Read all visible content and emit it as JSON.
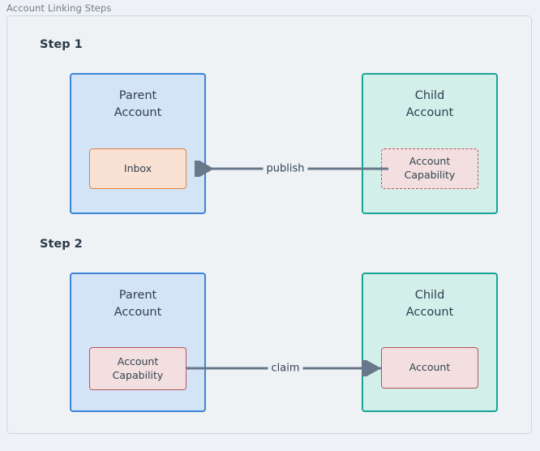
{
  "figure": {
    "label": "Account Linking Steps",
    "background_color": "#eef1f5",
    "canvas_color": "#eff2f5",
    "canvas_border_color": "#ced6de"
  },
  "colors": {
    "parent_fill": "#d4e4f7",
    "parent_border": "#3b84d8",
    "child_fill": "#d2efe9",
    "child_border": "#18a497",
    "inbox_fill": "#f9e2d3",
    "inbox_border": "#e0803c",
    "capability_fill": "#f3dfdf",
    "capability_border": "#b6555a",
    "edge_color": "#67788a",
    "text_color": "#2f3e4e"
  },
  "steps": [
    {
      "title": "Step 1",
      "parent": {
        "name": "Parent\nAccount",
        "inner": {
          "label": "Inbox",
          "style": "solid",
          "kind": "inbox"
        }
      },
      "child": {
        "name": "Child\nAccount",
        "inner": {
          "label": "Account\nCapability",
          "style": "dashed",
          "kind": "capability"
        }
      },
      "edge": {
        "label": "publish",
        "direction": "left"
      }
    },
    {
      "title": "Step 2",
      "parent": {
        "name": "Parent\nAccount",
        "inner": {
          "label": "Account\nCapability",
          "style": "solid",
          "kind": "capability"
        }
      },
      "child": {
        "name": "Child\nAccount",
        "inner": {
          "label": "Account",
          "style": "solid",
          "kind": "account"
        }
      },
      "edge": {
        "label": "claim",
        "direction": "right"
      }
    }
  ]
}
